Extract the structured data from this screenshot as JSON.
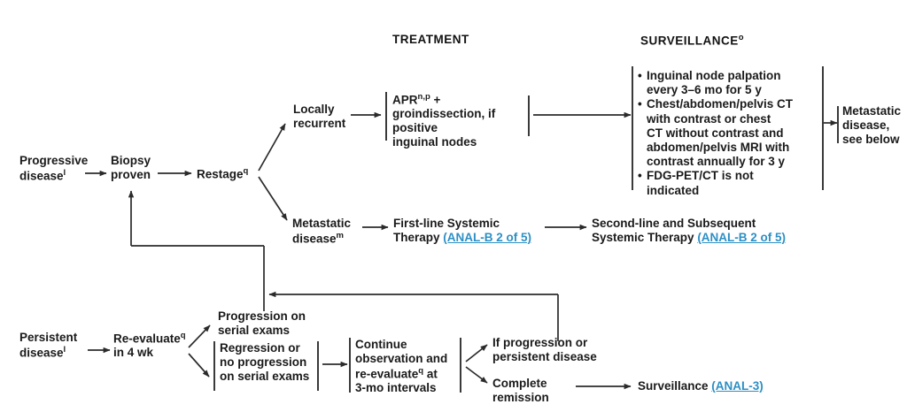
{
  "headers": {
    "treatment": "TREATMENT",
    "surveillance": "SURVEILLANCE",
    "surveillance_sup": "o"
  },
  "nodes": {
    "progressive_disease": "Progressive\ndisease",
    "progressive_disease_sup": "l",
    "biopsy_proven": "Biopsy\nproven",
    "restage": "Restage",
    "restage_sup": "q",
    "locally_recurrent": "Locally\nrecurrent",
    "apr_line1_pre": "APR",
    "apr_sup": "n,p",
    "apr_line1_post": " + groin",
    "apr_rest": "dissection, if positive\ninguinal nodes",
    "metastatic_disease": "Metastatic\ndisease",
    "metastatic_disease_sup": "m",
    "first_line": "First-line Systemic\nTherapy ",
    "first_line_link": "(ANAL-B 2 of 5)",
    "second_line": "Second-line and Subsequent\nSystemic Therapy ",
    "second_line_link": "(ANAL-B 2 of 5)",
    "metastatic_see_below": "Metastatic\ndisease,\nsee below",
    "persistent_disease": "Persistent\ndisease",
    "persistent_disease_sup": "l",
    "reevaluate": "Re-evaluate",
    "reevaluate_sup": "q",
    "reevaluate_rest": "\nin 4 wk",
    "progression_serial": "Progression on\nserial exams",
    "regression_serial": "Regression or\nno progression\non serial exams",
    "continue_obs_pre": "Continue\nobservation and\nre-evaluate",
    "continue_obs_sup": "q",
    "continue_obs_post": " at\n3-mo intervals",
    "if_progression": "If progression or\npersistent disease",
    "complete_remission": "Complete\nremission",
    "surveillance_final": "Surveillance ",
    "surveillance_final_link": "(ANAL-3)"
  },
  "surveillance_box": {
    "bullets": [
      "Inguinal node palpation\nevery 3–6 mo for 5 y",
      "Chest/abdomen/pelvis CT\nwith contrast or chest\nCT without contrast and\nabdomen/pelvis MRI with\ncontrast annually for 3 y",
      "FDG-PET/CT is not\nindicated"
    ]
  },
  "colors": {
    "text": "#1a1a1a",
    "link": "#2D8FC4",
    "line": "#3a3a3a",
    "background": "#ffffff"
  }
}
